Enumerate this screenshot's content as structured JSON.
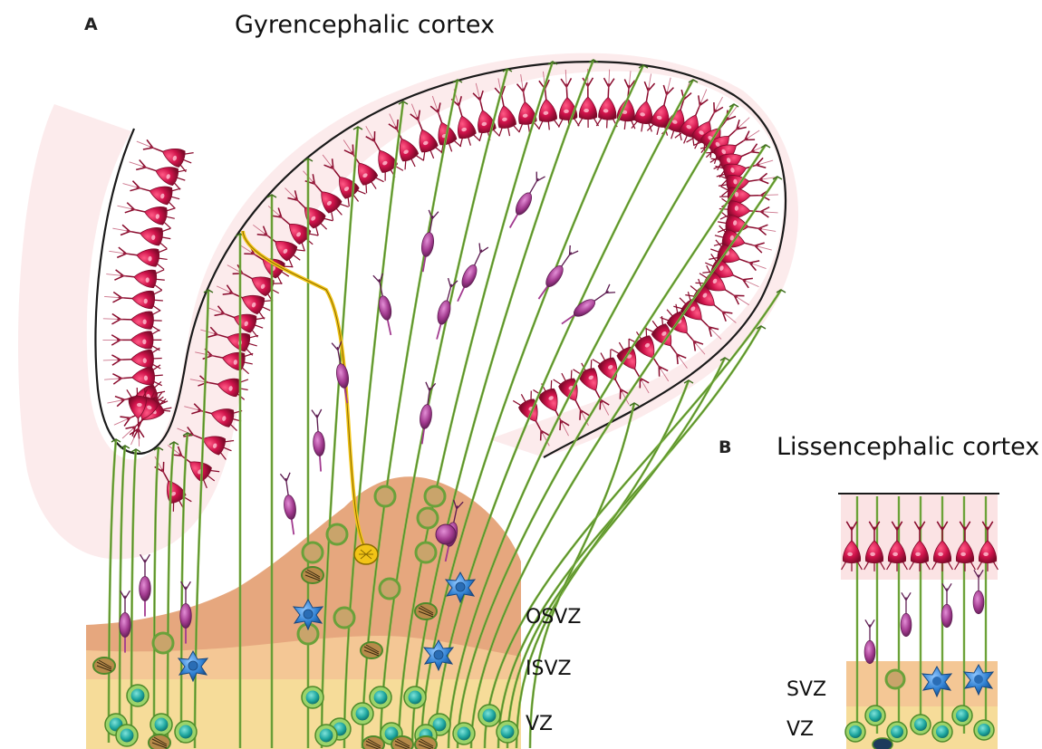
{
  "panel_a": {
    "letter": "A",
    "title": "Gyrencephalic cortex",
    "zones": {
      "osvz": "OSVZ",
      "isvz": "ISVZ",
      "vz": "VZ"
    }
  },
  "panel_b": {
    "letter": "B",
    "title": "Lissencephalic cortex",
    "zones": {
      "svz": "SVZ",
      "vz": "VZ"
    }
  },
  "colors": {
    "neuron": "#d0134b",
    "neuron_dark": "#8a0c2e",
    "cortex_tint": "#fbe9ea",
    "radial_glia_fiber": "#7cb342",
    "radial_glia_outline": "#4e8a2a",
    "nucleus": "#1fa7a0",
    "migrating_neuron": "#a23a8f",
    "intermediate_progenitor": "#2e7fd1",
    "osvz": "#e6a77e",
    "isvz": "#f4c795",
    "vz": "#f6dc99",
    "highlight_cell": "#f2c417"
  }
}
